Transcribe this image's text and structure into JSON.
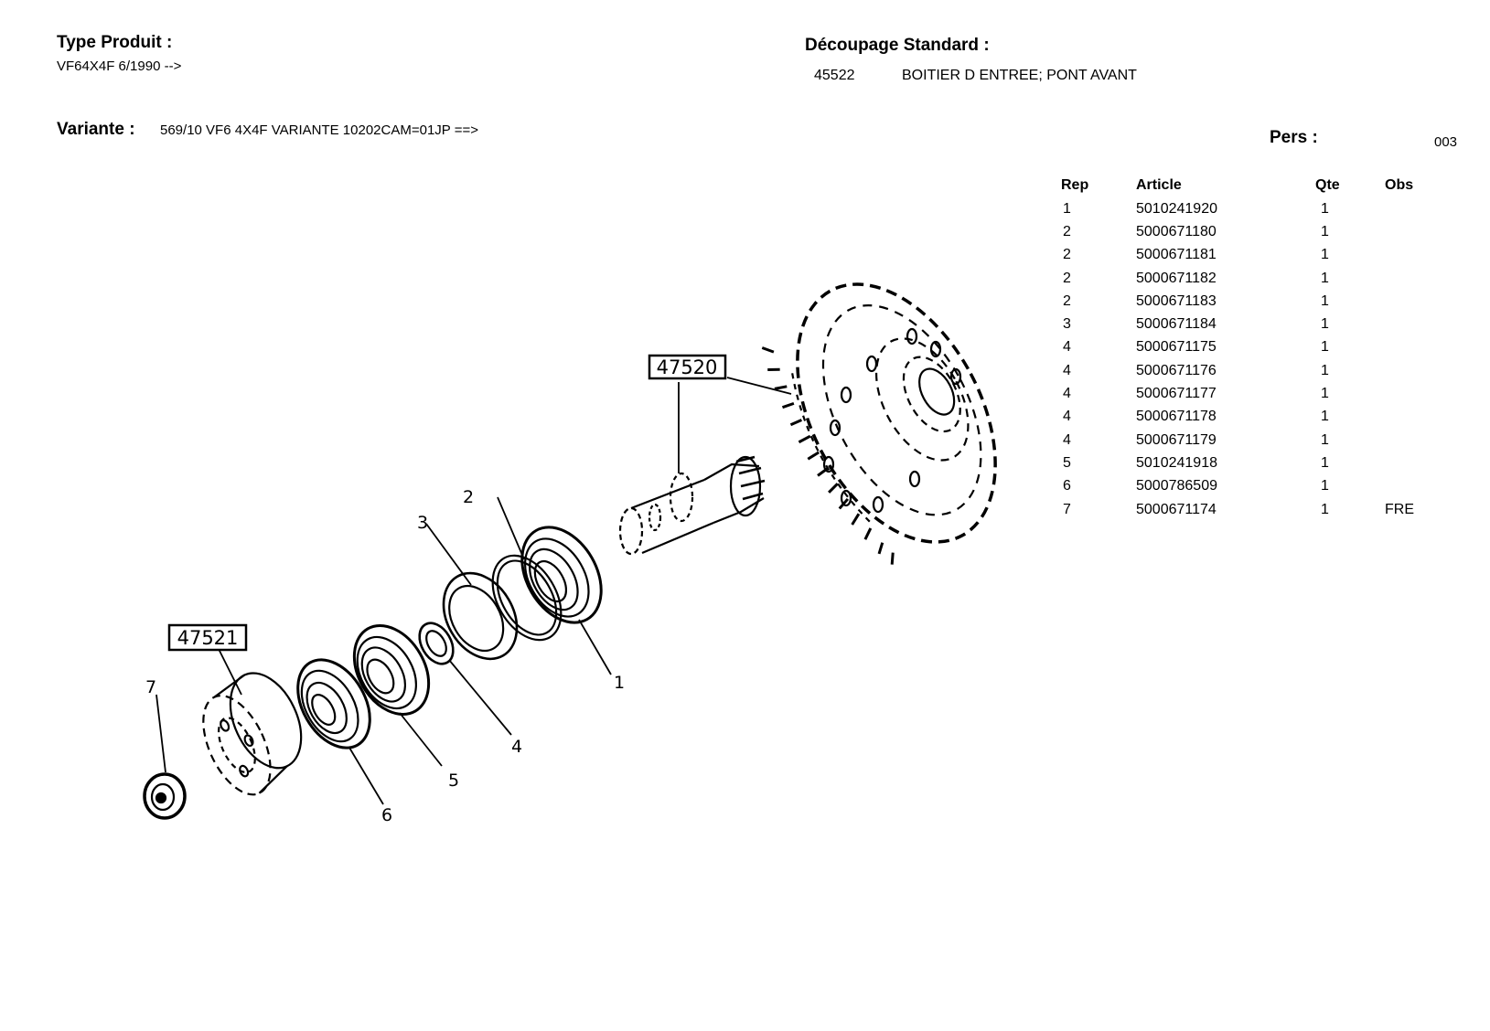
{
  "header": {
    "type_produit_label": "Type Produit :",
    "type_produit_value": "VF64X4F  6/1990 -->",
    "decoupage_label": "Découpage Standard :",
    "decoupage_code": "45522",
    "decoupage_desc": "BOITIER D ENTREE; PONT AVANT",
    "variante_label": "Variante :",
    "variante_value": "569/10 VF6 4X4F VARIANTE 10202CAM=01JP ==>",
    "pers_label": "Pers :",
    "pers_value": "003"
  },
  "table": {
    "headers": {
      "rep": "Rep",
      "article": "Article",
      "qte": "Qte",
      "obs": "Obs"
    },
    "rows": [
      {
        "rep": "1",
        "article": "5010241920",
        "qte": "1",
        "obs": ""
      },
      {
        "rep": "2",
        "article": "5000671180",
        "qte": "1",
        "obs": ""
      },
      {
        "rep": "2",
        "article": "5000671181",
        "qte": "1",
        "obs": ""
      },
      {
        "rep": "2",
        "article": "5000671182",
        "qte": "1",
        "obs": ""
      },
      {
        "rep": "2",
        "article": "5000671183",
        "qte": "1",
        "obs": ""
      },
      {
        "rep": "3",
        "article": "5000671184",
        "qte": "1",
        "obs": ""
      },
      {
        "rep": "4",
        "article": "5000671175",
        "qte": "1",
        "obs": ""
      },
      {
        "rep": "4",
        "article": "5000671176",
        "qte": "1",
        "obs": ""
      },
      {
        "rep": "4",
        "article": "5000671177",
        "qte": "1",
        "obs": ""
      },
      {
        "rep": "4",
        "article": "5000671178",
        "qte": "1",
        "obs": ""
      },
      {
        "rep": "4",
        "article": "5000671179",
        "qte": "1",
        "obs": ""
      },
      {
        "rep": "5",
        "article": "5010241918",
        "qte": "1",
        "obs": ""
      },
      {
        "rep": "6",
        "article": "5000786509",
        "qte": "1",
        "obs": ""
      },
      {
        "rep": "7",
        "article": "5000671174",
        "qte": "1",
        "obs": "FRE"
      }
    ]
  },
  "diagram": {
    "ref_boxes": {
      "box_a": "47520",
      "box_b": "47521"
    },
    "callouts": {
      "c1": "1",
      "c2": "2",
      "c3": "3",
      "c4": "4",
      "c5": "5",
      "c6": "6",
      "c7": "7"
    }
  }
}
